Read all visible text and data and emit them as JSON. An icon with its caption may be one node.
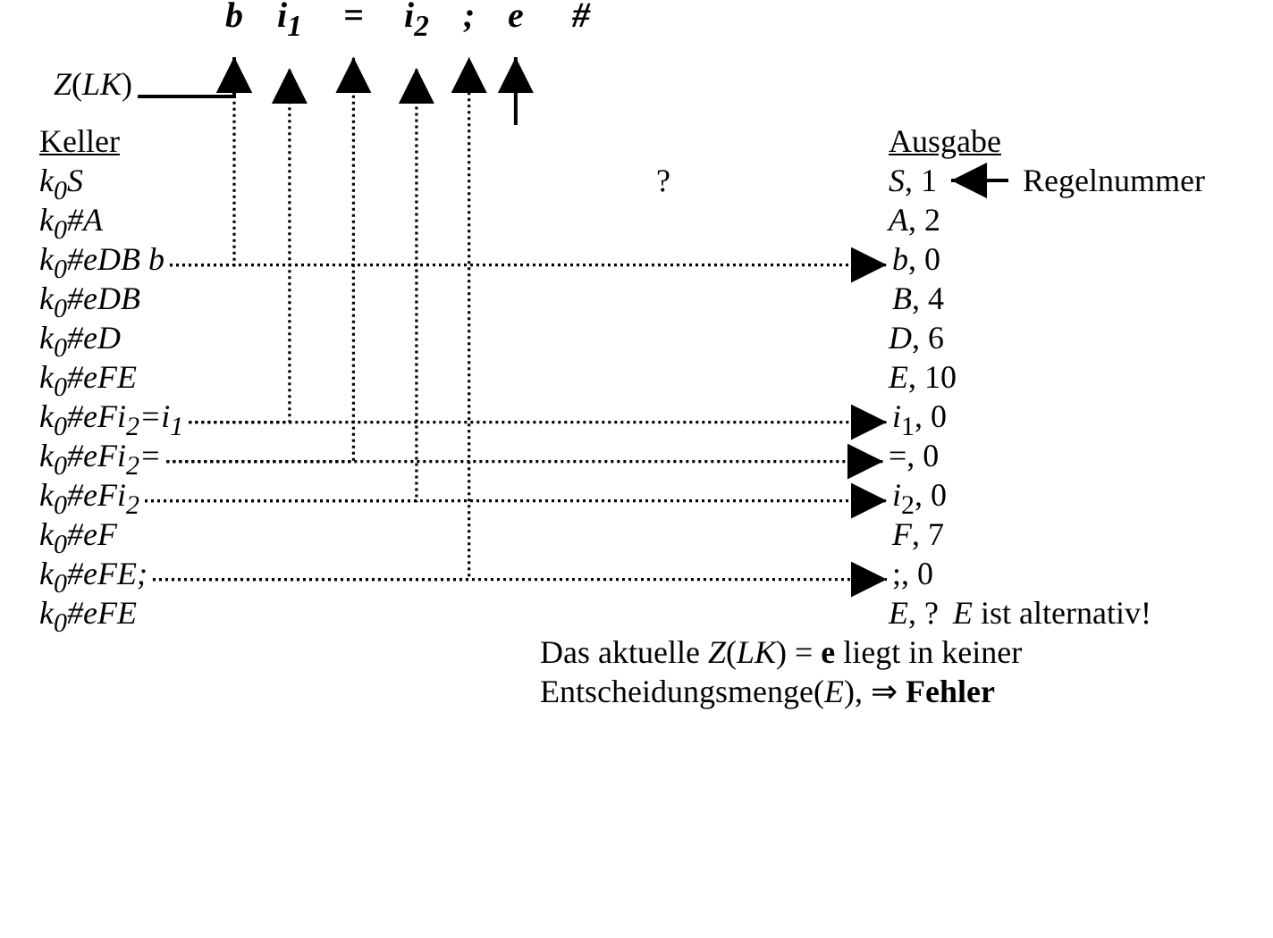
{
  "diagram": {
    "nodes": [
      {
        "text": [
          "*Z*(*LK*)"
        ]
      },
      {
        "text": [
          "b"
        ]
      },
      {
        "text": [
          "i$_{1}$"
        ]
      },
      {
        "text": [
          "="
        ]
      },
      {
        "text": [
          "i$_{2}$"
        ]
      },
      {
        "text": [
          ";"
        ]
      },
      {
        "text": [
          "e"
        ]
      },
      {
        "text": [
          "#"
        ]
      },
      {
        "text": [
          "k$_{0}$S"
        ]
      },
      {
        "text": [
          "k$_{0}$#A"
        ]
      },
      {
        "text": [
          "k$_{0}$#eDB b"
        ]
      },
      {
        "text": [
          "k$_{0}$#eDB"
        ]
      },
      {
        "text": [
          "k$_{0}$#eD"
        ]
      },
      {
        "text": [
          "k$_{0}$#eFE"
        ]
      },
      {
        "text": [
          "k$_{0}$#eFi$_{2}$=i$_{1}$"
        ]
      },
      {
        "text": [
          "k$_{0}$#eFi$_{2}$="
        ]
      },
      {
        "text": [
          "k$_{0}$#eFi$_{2}$"
        ]
      },
      {
        "text": [
          "k$_{0}$#eF"
        ]
      },
      {
        "text": [
          "k$_{0}$#eFE;"
        ]
      },
      {
        "text": [
          "k$_{0}$#eFE"
        ]
      },
      {
        "text": [
          "*S*, 1"
        ]
      },
      {
        "text": [
          "*A*, 2"
        ]
      },
      {
        "text": [
          "*b*, 0"
        ]
      },
      {
        "text": [
          "*B*, 4"
        ]
      },
      {
        "text": [
          "*D*, 6"
        ]
      },
      {
        "text": [
          "*E*, 10"
        ]
      },
      {
        "text": [
          "*i*$_{1}$, 0"
        ]
      },
      {
        "text": [
          "=, 0"
        ]
      },
      {
        "text": [
          "*i*$_{2}$, 0"
        ]
      },
      {
        "text": [
          "*F*, 7"
        ]
      },
      {
        "text": [
          ";, 0"
        ]
      },
      {
        "text": [
          "*E*, ?"
        ],
        "beside": [
          "*E* ist alternativ!"
        ]
      },
      {
        "text": [
          "Regelnummer"
        ]
      }
    ],
    "edges": [
      {
        "from": 0,
        "to": 1,
        "arrow": "to"
      },
      {
        "from": null,
        "to": 6,
        "arrow": "to"
      },
      {
        "from": 32,
        "to": 20,
        "arrow": "to"
      },
      {
        "from": 10,
        "to": 1,
        "arrow": "to",
        "style": "dashed"
      },
      {
        "from": 10,
        "to": 22,
        "arrow": "to",
        "style": "dashed"
      },
      {
        "from": 14,
        "to": 2,
        "arrow": "to",
        "style": "dashed"
      },
      {
        "from": 14,
        "to": 26,
        "arrow": "to",
        "style": "dashed"
      },
      {
        "from": 15,
        "to": 3,
        "arrow": "to",
        "style": "dashed"
      },
      {
        "from": 15,
        "to": 27,
        "arrow": "to",
        "style": "dashed"
      },
      {
        "from": 16,
        "to": 4,
        "arrow": "to",
        "style": "dashed"
      },
      {
        "from": 16,
        "to": 28,
        "arrow": "to",
        "style": "dashed"
      },
      {
        "from": 18,
        "to": 5,
        "arrow": "to",
        "style": "dashed"
      },
      {
        "from": 18,
        "to": 30,
        "arrow": "to",
        "style": "dashed"
      }
    ],
    "labels": [
      "Keller",
      "Ausgabe",
      "?",
      "Das aktuelle *Z*(*LK*) = **e** liegt in keiner Entscheidungsmenge(*E*), ⇒ **Fehler**"
    ]
  }
}
